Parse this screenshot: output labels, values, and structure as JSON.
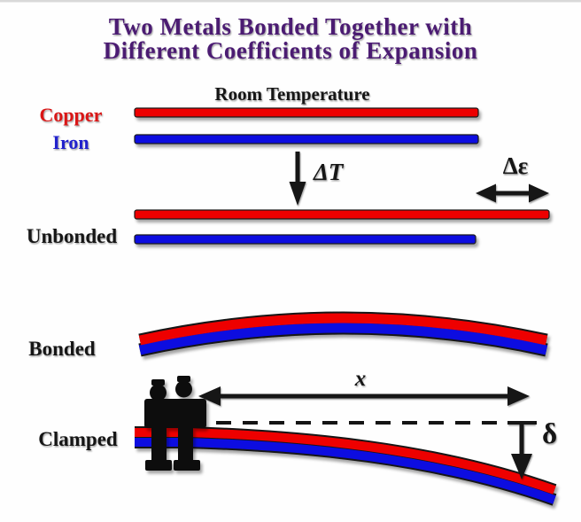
{
  "title": {
    "line1": "Two Metals Bonded Together with",
    "line2": "Different Coefficients of Expansion"
  },
  "sections": {
    "room_temperature": {
      "heading": "Room Temperature",
      "copper_label": "Copper",
      "iron_label": "Iron"
    },
    "unbonded": {
      "label": "Unbonded"
    },
    "bonded": {
      "label": "Bonded"
    },
    "clamped": {
      "label": "Clamped"
    }
  },
  "annotations": {
    "temperature_change": "ΔT",
    "strain_difference": "Δε",
    "span_length": "x",
    "deflection": "δ"
  },
  "colors": {
    "copper": "#ee0000",
    "iron": "#0f0fe0",
    "title_purple": "#4b1b72",
    "copper_text": "#d91414",
    "iron_text": "#2323cc",
    "annotation_black": "#151515"
  }
}
